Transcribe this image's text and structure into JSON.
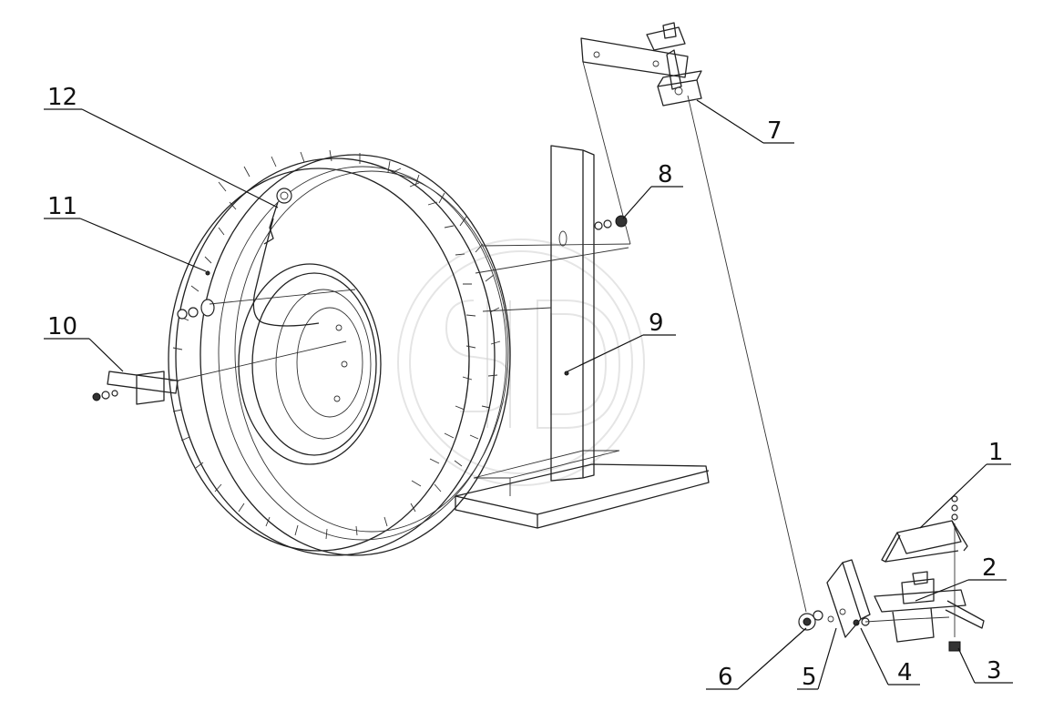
{
  "diagram": {
    "callouts": [
      {
        "id": "c1",
        "label": "1"
      },
      {
        "id": "c2",
        "label": "2"
      },
      {
        "id": "c3",
        "label": "3"
      },
      {
        "id": "c4",
        "label": "4"
      },
      {
        "id": "c5",
        "label": "5"
      },
      {
        "id": "c6",
        "label": "6"
      },
      {
        "id": "c7",
        "label": "7"
      },
      {
        "id": "c8",
        "label": "8"
      },
      {
        "id": "c9",
        "label": "9"
      },
      {
        "id": "c10",
        "label": "10"
      },
      {
        "id": "c11",
        "label": "11"
      },
      {
        "id": "c12",
        "label": "12"
      }
    ],
    "watermark": {
      "icon": "sd-logo-watermark-icon",
      "color": "#cfcfcf"
    }
  }
}
